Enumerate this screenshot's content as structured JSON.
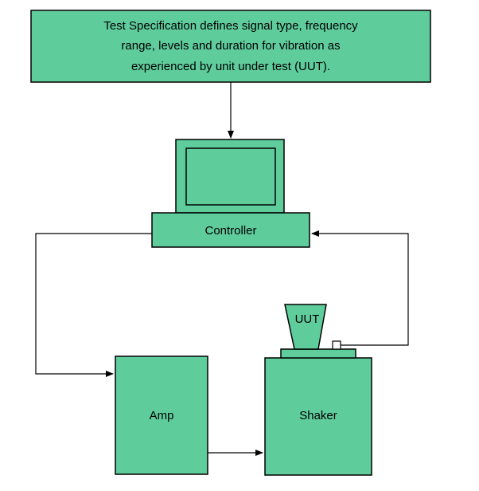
{
  "spec": {
    "lines": [
      "Test Specification defines signal type, frequency",
      "range, levels and duration for vibration as",
      "experienced by unit under test (UUT)."
    ]
  },
  "controller": {
    "label": "Controller"
  },
  "amp": {
    "label": "Amp"
  },
  "shaker": {
    "label": "Shaker"
  },
  "uut": {
    "label": "UUT"
  },
  "colors": {
    "box_fill": "#5FCC9C",
    "stroke": "#000000",
    "screen_fill": "#5FCC9C",
    "arrow": "#000000"
  }
}
